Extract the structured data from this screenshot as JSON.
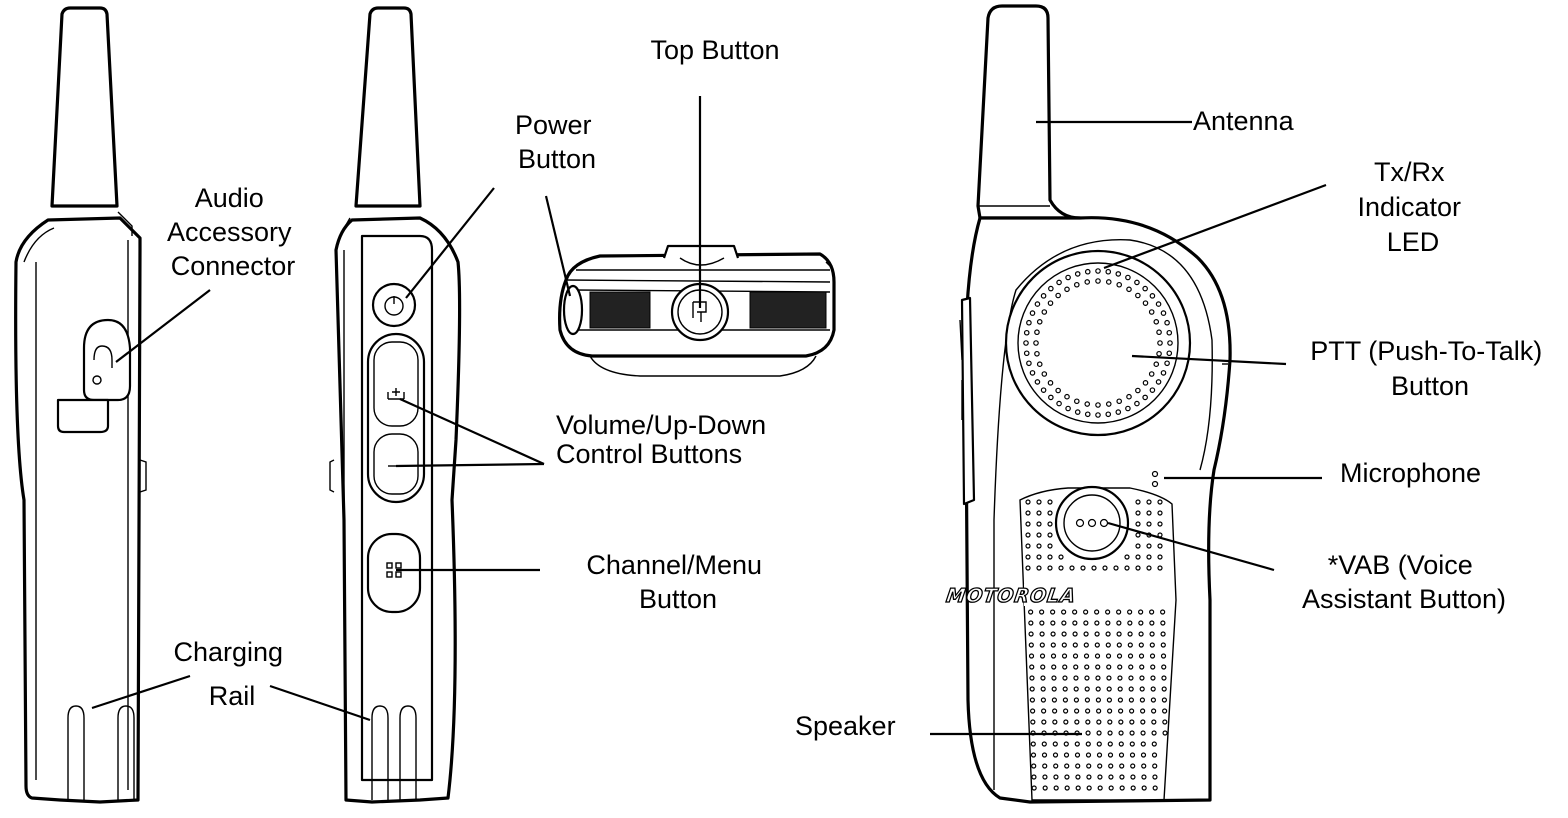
{
  "labels": {
    "audio_accessory_connector": [
      "Audio",
      "Accessory",
      "Connector"
    ],
    "charging_rail": [
      "Charging",
      "Rail"
    ],
    "power_button": [
      "Power",
      "Button"
    ],
    "top_button": [
      "Top Button"
    ],
    "volume_buttons": [
      "Volume/Up-Down",
      "Control Buttons"
    ],
    "channel_menu_button": [
      "Channel/Menu",
      "Button"
    ],
    "antenna": [
      "Antenna"
    ],
    "tx_rx_led": [
      "Tx/Rx",
      "Indicator",
      "LED"
    ],
    "ptt_button": [
      "PTT (Push-To-Talk)",
      "Button"
    ],
    "microphone": [
      "Microphone"
    ],
    "vab_button": [
      "*VAB (Voice",
      "Assistant Button)"
    ],
    "speaker": [
      "Speaker"
    ]
  },
  "device": {
    "logo": "MOTOROLA"
  },
  "style": {
    "line_color": "#000000",
    "background": "#ffffff"
  }
}
